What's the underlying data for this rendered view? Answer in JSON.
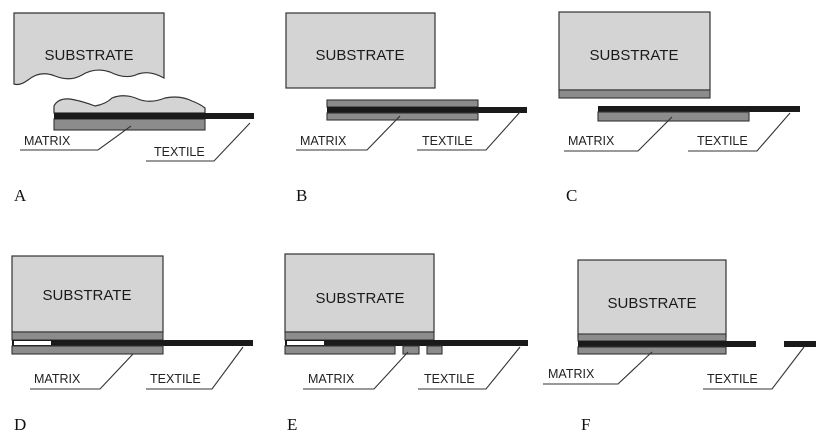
{
  "colors": {
    "substrate_fill": "#d4d4d4",
    "matrix_fill": "#8c8c8c",
    "textile_fill": "#1a1a1a",
    "outline": "#333333",
    "debond_fill": "#ffffff"
  },
  "panels": [
    {
      "id": "A",
      "letter": "A",
      "substrate": "SUBSTRATE",
      "matrix": "MATRIX",
      "textile": "TEXTILE"
    },
    {
      "id": "B",
      "letter": "B",
      "substrate": "SUBSTRATE",
      "matrix": "MATRIX",
      "textile": "TEXTILE"
    },
    {
      "id": "C",
      "letter": "C",
      "substrate": "SUBSTRATE",
      "matrix": "MATRIX",
      "textile": "TEXTILE"
    },
    {
      "id": "D",
      "letter": "D",
      "substrate": "SUBSTRATE",
      "matrix": "MATRIX",
      "textile": "TEXTILE"
    },
    {
      "id": "E",
      "letter": "E",
      "substrate": "SUBSTRATE",
      "matrix": "MATRIX",
      "textile": "TEXTILE"
    },
    {
      "id": "F",
      "letter": "F",
      "substrate": "SUBSTRATE",
      "matrix": "MATRIX",
      "textile": "TEXTILE"
    }
  ]
}
